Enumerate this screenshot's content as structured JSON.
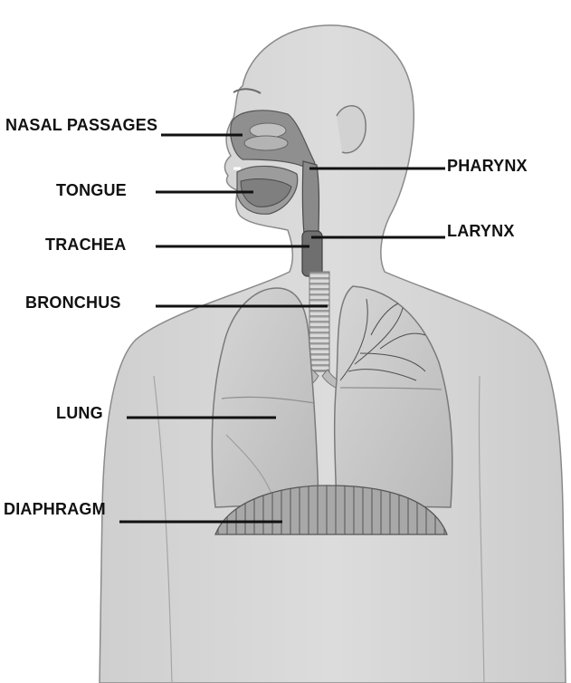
{
  "diagram": {
    "labels": {
      "nasal_passages": "NASAL PASSAGES",
      "tongue": "TONGUE",
      "trachea": "TRACHEA",
      "bronchus": "BRONCHUS",
      "lung": "LUNG",
      "diaphragm": "DIAPHRAGM",
      "pharynx": "PHARYNX",
      "larynx": "LARYNX"
    },
    "colors": {
      "body": "#d8d8d8",
      "body_outline": "#8a8a8a",
      "lung": "#c9c9c9",
      "label": "#111111"
    }
  }
}
